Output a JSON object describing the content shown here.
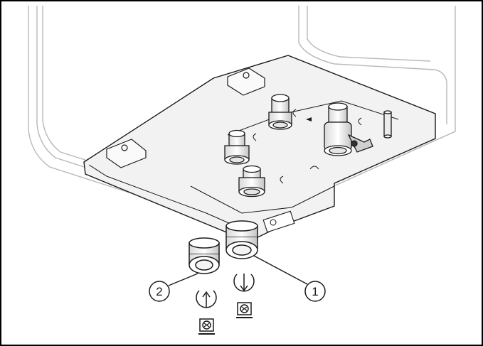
{
  "figure": {
    "callouts": [
      {
        "id": "callout-1",
        "label": "1",
        "part": "connection-right",
        "flow": "in"
      },
      {
        "id": "callout-2",
        "label": "2",
        "part": "connection-left",
        "flow": "out"
      }
    ],
    "colors": {
      "stroke": "#1a1a1a",
      "light_stroke": "#b8b8b8",
      "panel_fill": "#f2f2f2",
      "frame": "#000000"
    },
    "icons": {
      "flow_in_arrow": "arrow-down-icon",
      "flow_out_arrow": "arrow-up-icon",
      "heating_symbol": "heating-circuit-icon"
    }
  }
}
